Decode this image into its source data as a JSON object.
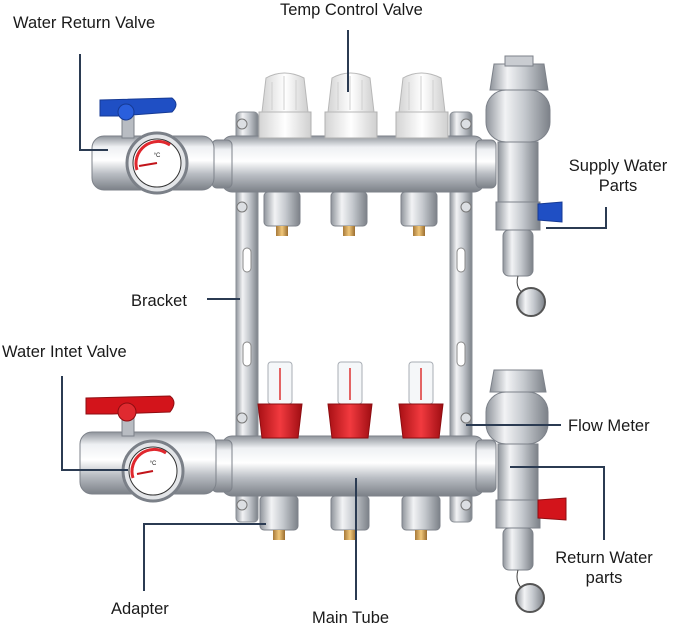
{
  "labels": {
    "temp_control_valve": "Temp Control Valve",
    "water_return_valve": "Water Return Valve",
    "supply_water_parts_line1": "Supply Water",
    "supply_water_parts_line2": "Parts",
    "bracket": "Bracket",
    "water_inlet_valve": "Water Intet Valve",
    "flow_meter": "Flow Meter",
    "return_water_parts_line1": "Return Water",
    "return_water_parts_line2": "parts",
    "adapter": "Adapter",
    "main_tube": "Main Tube"
  },
  "gauge_unit": "°C",
  "colors": {
    "supply_valve_handle": "#1f4fc4",
    "inlet_valve_handle": "#d3141b",
    "flow_meter_body": "#d81b22",
    "leader_line": "#2b3b52",
    "chrome": "#c9ccd1"
  }
}
